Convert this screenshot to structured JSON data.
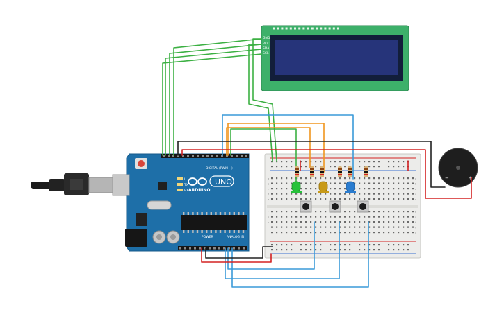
{
  "lcd": {
    "pins": [
      "GND",
      "VCC",
      "SDA",
      "SCL"
    ]
  },
  "arduino": {
    "logo_text": "ARDUINO",
    "model": "UNO",
    "digital_label": "DIGITAL (PWM ~)",
    "power_label": "POWER",
    "analog_label": "ANALOG IN",
    "led_labels": [
      "L",
      "TX",
      "RX"
    ],
    "icons": [
      "usb-cable-icon",
      "reset-button-icon",
      "infinity-logo-icon"
    ]
  },
  "buzzer": {
    "minus_label": "−",
    "plus_label": "+"
  },
  "breadboard": {
    "row_letters": [
      "a",
      "b",
      "c",
      "d",
      "e",
      "f",
      "g",
      "h",
      "i",
      "j"
    ]
  },
  "colors": {
    "wire_green": "#3cb043",
    "wire_blue": "#3a9ad9",
    "wire_orange": "#f0961e",
    "wire_red": "#d32222",
    "wire_black": "#222222",
    "board_blue": "#1e6fa8",
    "lcd_green": "#3db06a",
    "lcd_screen": "#26347a",
    "led_green": "#26c23a",
    "led_yellow": "#c89a18",
    "led_blue": "#2a7ccf"
  }
}
